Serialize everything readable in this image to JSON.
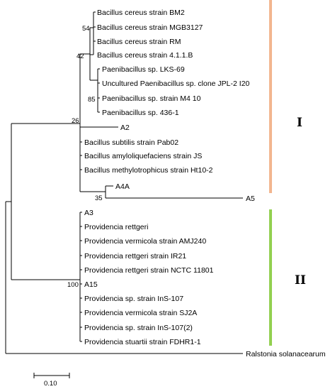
{
  "taxa": [
    "Bacillus cereus strain BM2",
    "Bacillus cereus strain MGB3127",
    "Bacillus cereus strain RM",
    "Bacillus cereus strain 4.1.1.B",
    "Paenibacillus sp. LKS-69",
    "Uncultured Paenibacillus sp. clone JPL-2 I20",
    "Paenibacillus sp. strain M4 10",
    "Paenibacillus sp. 436-1",
    "A2",
    "Bacillus subtilis strain Pab02",
    "Bacillus amyloliquefaciens strain JS",
    "Bacillus methylotrophicus strain Ht10-2",
    "A4A",
    "A5",
    "A3",
    "Providencia rettgeri",
    "Providencia vermicola strain AMJ240",
    "Providencia rettgeri strain IR21",
    "Providencia rettgeri strain NCTC 11801",
    "A15",
    "Providencia sp. strain InS-107",
    "Providencia vermicola strain SJ2A",
    "Providencia sp. strain InS-107(2)",
    "Providencia stuartii strain FDHR1-1",
    "Ralstonia solanacearum"
  ],
  "bootstrap": {
    "bacillus_cereus_clade": "54",
    "bacillus_paenibacillus_clade": "42",
    "paenibacillus_clade": "85",
    "cluster_I_node": "26",
    "a4a_a5_node": "35",
    "cluster_II_node": "100"
  },
  "clusters": [
    {
      "label": "I",
      "color": "#f2b68f"
    },
    {
      "label": "II",
      "color": "#92d050"
    }
  ],
  "scale_bar": {
    "label": "0.10"
  }
}
